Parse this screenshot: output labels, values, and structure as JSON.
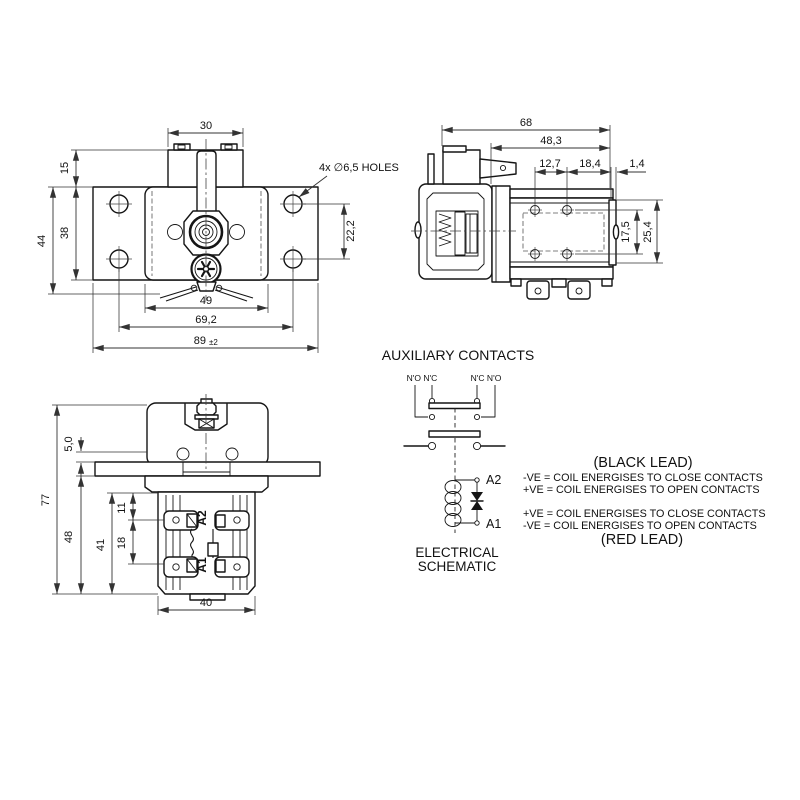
{
  "front_view": {
    "dim_bracket_width": "30",
    "dim_bracket_height": "15",
    "dim_overall_height": "44",
    "dim_plate_height": "38",
    "dim_hole_spacing_v": "22,2",
    "dim_body_width": "49",
    "dim_hole_spacing_h": "69,2",
    "dim_plate_width": "89",
    "dim_plate_width_tol": "±2",
    "holes_note": "4x ∅6,5 HOLES"
  },
  "side_view": {
    "dim_overall_depth": "68",
    "dim_plate_depth": "48,3",
    "dim_hole_spacing_1": "12,7",
    "dim_hole_spacing_2": "18,4",
    "dim_plate_thickness": "1,4",
    "dim_hole_spacing_v": "17,5",
    "dim_plate_height": "25,4"
  },
  "bottom_view": {
    "dim_overall_height": "77",
    "dim_flange_offset": "5,0",
    "dim_below_flange": "48",
    "dim_lower_body": "41",
    "dim_terminal_row1": "11",
    "dim_terminal_pitch": "18",
    "dim_body_width": "40",
    "label_a2": "A2",
    "label_a1": "A1"
  },
  "aux_contacts": {
    "title": "AUXILIARY CONTACTS",
    "label_left": "N'O N'C",
    "label_right": "N'C N'O"
  },
  "schematic": {
    "label_a2": "A2",
    "label_a1": "A1",
    "caption_line1": "ELECTRICAL",
    "caption_line2": "SCHEMATIC"
  },
  "notes": {
    "black_lead": "(BLACK LEAD)",
    "black_line1": "-VE = COIL ENERGISES TO CLOSE CONTACTS",
    "black_line2": "+VE = COIL ENERGISES TO OPEN CONTACTS",
    "red_line1": "+VE = COIL ENERGISES TO CLOSE CONTACTS",
    "red_line2": "-VE = COIL ENERGISES TO OPEN CONTACTS",
    "red_lead": "(RED LEAD)"
  },
  "colors": {
    "line": "#151515",
    "dim": "#333333",
    "background": "#ffffff"
  }
}
